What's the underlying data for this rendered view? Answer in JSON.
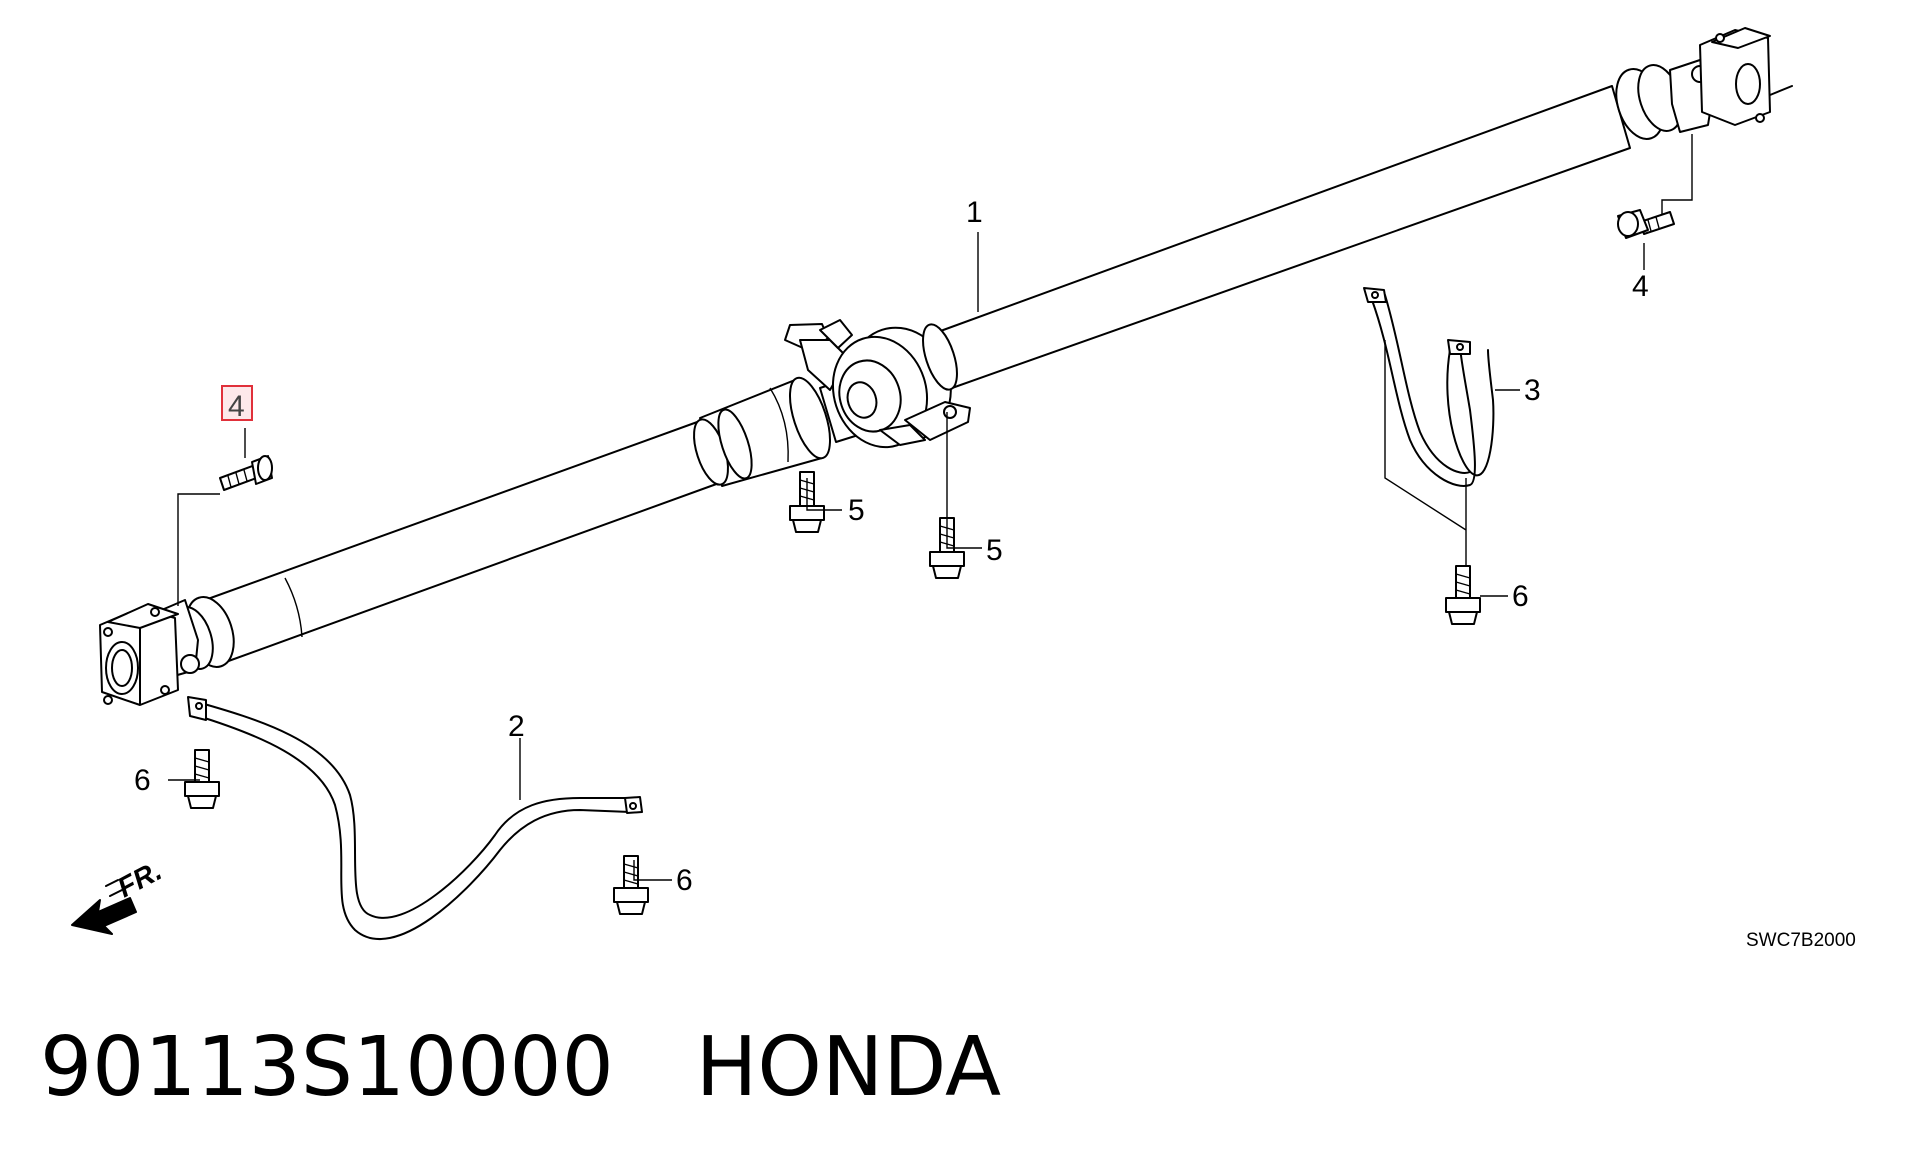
{
  "diagram": {
    "callouts": {
      "c1": "1",
      "c2": "2",
      "c3": "3",
      "c4_right": "4",
      "c4_highlight": "4",
      "c5_a": "5",
      "c5_b": "5",
      "c6_right": "6",
      "c6_left": "6",
      "c6_bottom": "6"
    },
    "front_label": "FR.",
    "drawing_code": "SWC7B2000",
    "highlight_color": "#e0303a"
  },
  "footer": {
    "part_number": "90113S10000",
    "brand": "HONDA"
  }
}
